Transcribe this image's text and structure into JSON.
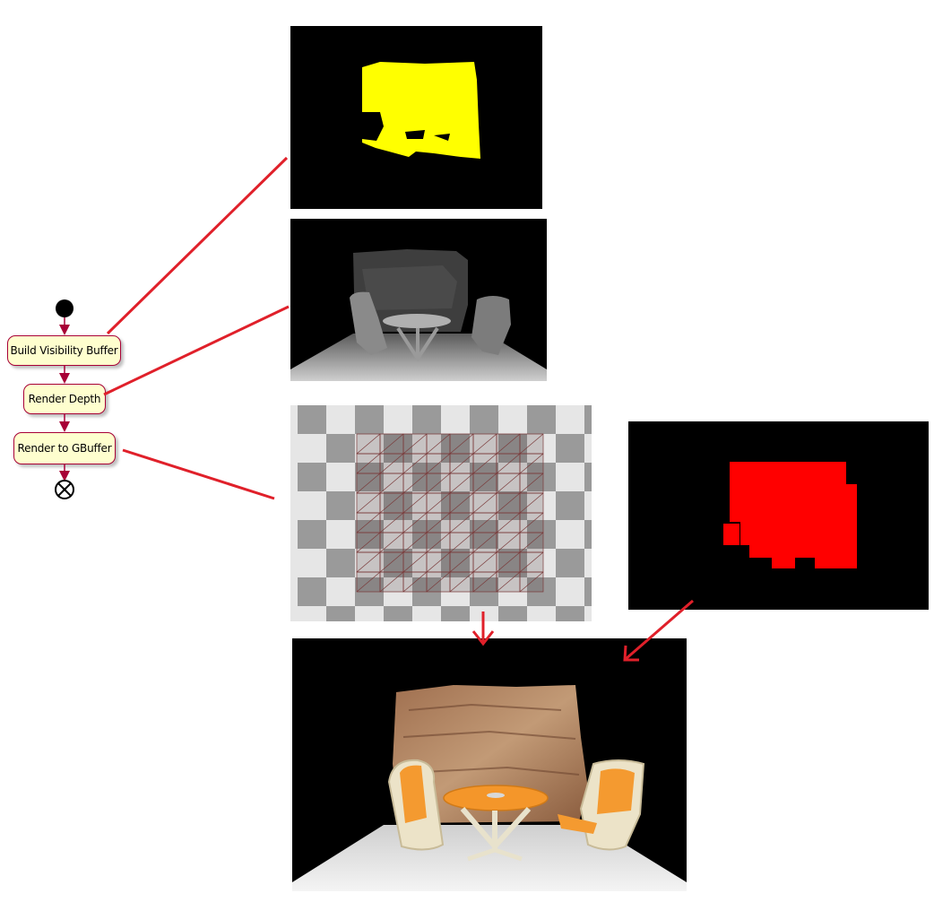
{
  "diagram": {
    "activities": [
      {
        "label": "Build Visibility Buffer"
      },
      {
        "label": "Render Depth"
      },
      {
        "label": "Render to GBuffer"
      }
    ],
    "colors": {
      "node_fill": "#fefece",
      "node_border": "#a80036",
      "flow_arrow": "#a80036",
      "connector": "#e0202a",
      "visibility_mask": "#ffff00",
      "gbuffer_mask": "#ff0000",
      "panel_background": "#000000"
    },
    "panels": [
      {
        "name": "visibility-buffer",
        "description_icon": "yellow-mask"
      },
      {
        "name": "depth-buffer",
        "description_icon": "grayscale-scene"
      },
      {
        "name": "wireframe-checker",
        "description_icon": "checkerboard"
      },
      {
        "name": "gbuffer-mask",
        "description_icon": "red-mask"
      },
      {
        "name": "final-render",
        "description_icon": "textured-scene"
      }
    ]
  }
}
